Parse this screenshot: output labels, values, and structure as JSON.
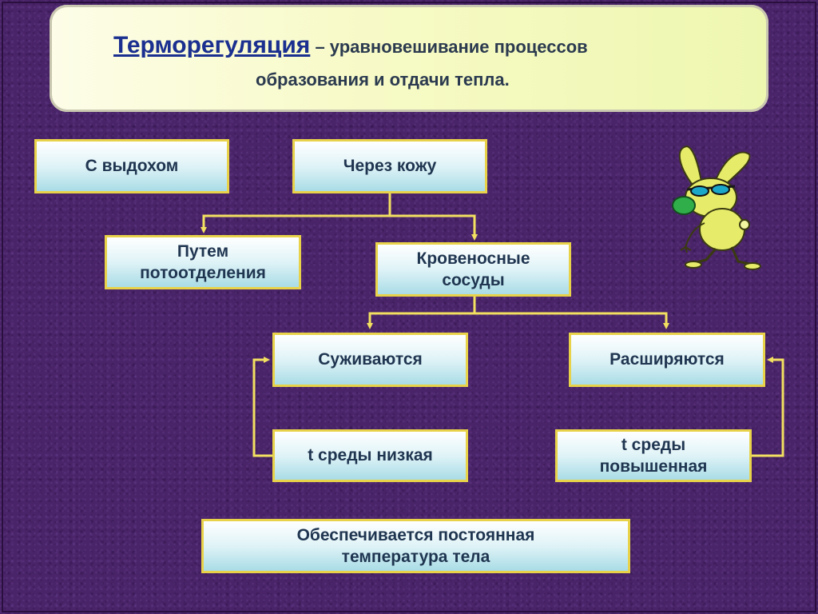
{
  "header": {
    "term": "Терморегуляция",
    "definition_line1": " – уравновешивание процессов",
    "definition_line2": "образования и  отдачи тепла."
  },
  "nodes": {
    "exhale": "С выдохом",
    "skin": "Через кожу",
    "sweat": "Путем\nпотоотделения",
    "vessels": "Кровеносные\nсосуды",
    "constrict": "Суживаются",
    "dilate": "Расширяются",
    "low_temp": "t среды низкая",
    "high_temp": "t среды\nповышенная",
    "result": "Обеспечивается постоянная\nтемпература тела"
  },
  "colors": {
    "background": "#4a2468",
    "node_border": "#e8d24a",
    "arrow": "#f2e060",
    "term_text": "#1a2f8f"
  },
  "icons": {
    "mascot": "rabbit-with-sunglasses-icon"
  }
}
